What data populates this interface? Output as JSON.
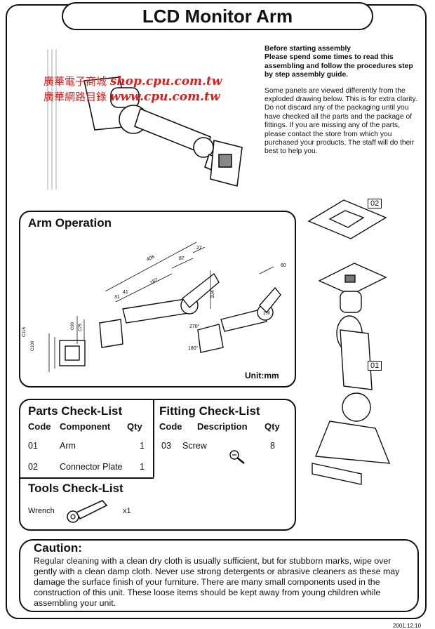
{
  "title": "LCD Monitor Arm",
  "intro": {
    "heading": "Before starting assembly",
    "heading_body": "Please spend some times to read this assembling and follow the procedures step by step assembly guide.",
    "body": "Some panels are viewed differently from the  exploded drawing below. This is for extra clarity. Do not discard any of the packaging until you have checked all the parts and the package of fittings. If you are missing any of the parts, please contact the store from which you purchased your products. The staff will do their best to help you."
  },
  "watermark": {
    "line1_cn": "廣華電子商城",
    "line1_url": "shop.cpu.com.tw",
    "line2_cn": "廣華網路目錄",
    "line2_url": "www.cpu.com.tw"
  },
  "arm_operation": {
    "title": "Arm Operation",
    "unit": "Unit:mm",
    "dims": [
      "406",
      "187",
      "87",
      "27",
      "41",
      "31",
      "104",
      "60",
      "150",
      "C90",
      "C75",
      "C115",
      "C100",
      "270°",
      "180°"
    ]
  },
  "parts": {
    "title": "Parts Check-List",
    "headers": [
      "Code",
      "Component",
      "Qty"
    ],
    "rows": [
      {
        "code": "01",
        "component": "Arm",
        "qty": "1"
      },
      {
        "code": "02",
        "component": "Connector Plate",
        "qty": "1"
      }
    ]
  },
  "fitting": {
    "title": "Fitting Check-List",
    "headers": [
      "Code",
      "Description",
      "Qty"
    ],
    "rows": [
      {
        "code": "03",
        "description": "Screw",
        "qty": "8"
      }
    ]
  },
  "tools": {
    "title": "Tools Check-List",
    "item": "Wrench",
    "qty": "x1"
  },
  "caution": {
    "title": "Caution:",
    "text": "Regular cleaning with a clean dry cloth is usually sufficient, but for stubborn marks, wipe over gently with a clean damp cloth. Never use strong detergents or abrasive cleaners as these may damage the surface finish of your furniture. There are many small components used in the construction of this unit. These loose items should be kept away from young children while assembling your unit."
  },
  "part_labels": {
    "plate": "02",
    "arm": "01"
  },
  "footer": "2001.12.10"
}
